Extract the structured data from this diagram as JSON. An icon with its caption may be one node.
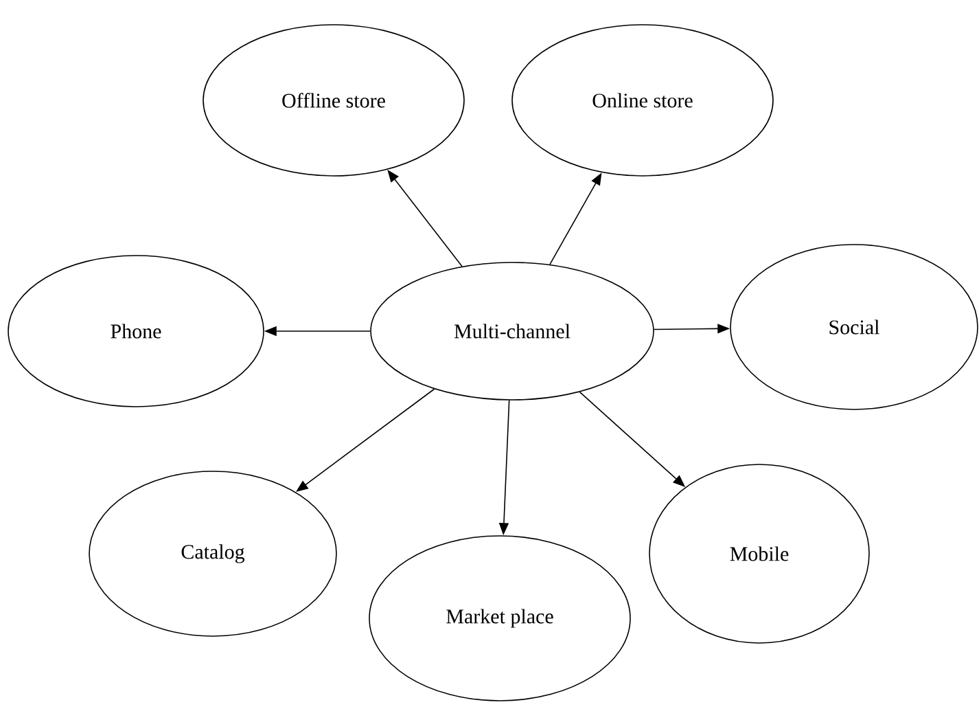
{
  "diagram": {
    "nodes": [
      {
        "text": [
          "Offline store"
        ]
      },
      {
        "text": [
          "Online store"
        ]
      },
      {
        "text": [
          "Phone"
        ]
      },
      {
        "text": [
          "Multi-channel"
        ]
      },
      {
        "text": [
          "Social"
        ]
      },
      {
        "text": [
          "Catalog"
        ]
      },
      {
        "text": [
          "Mobile"
        ]
      },
      {
        "text": [
          "Market place"
        ]
      }
    ],
    "edges": [
      {
        "from": 3,
        "to": 0,
        "arrow": "to"
      },
      {
        "from": 3,
        "to": 1,
        "arrow": "to"
      },
      {
        "from": 3,
        "to": 2,
        "arrow": "to"
      },
      {
        "from": 3,
        "to": 4,
        "arrow": "to"
      },
      {
        "from": 3,
        "to": 5,
        "arrow": "to"
      },
      {
        "from": 3,
        "to": 7,
        "arrow": "to"
      },
      {
        "from": 3,
        "to": 6,
        "arrow": "to"
      }
    ]
  }
}
